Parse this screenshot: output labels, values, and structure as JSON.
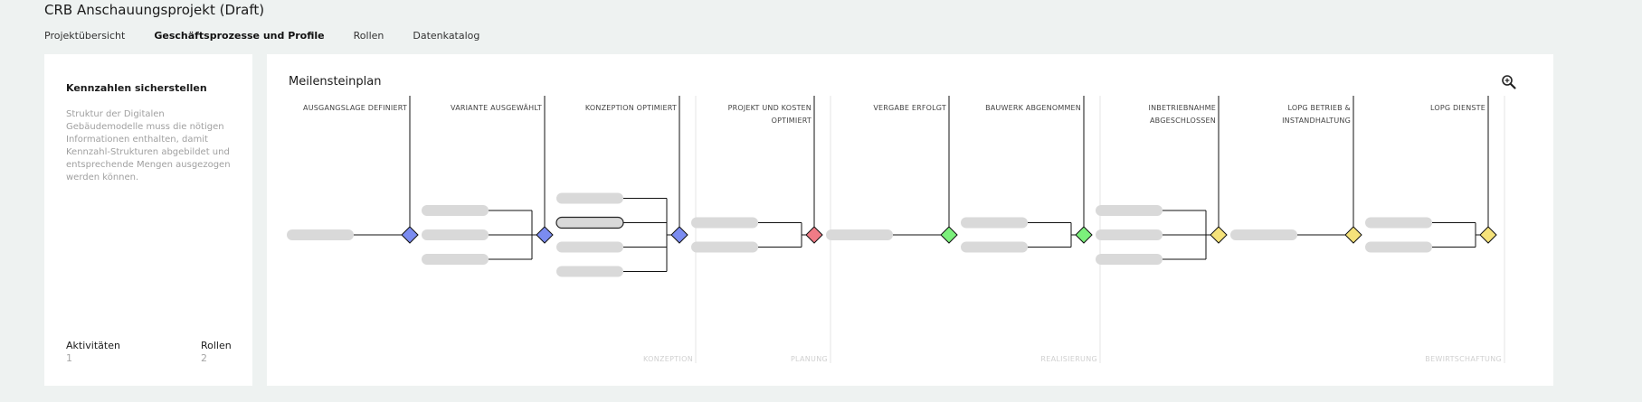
{
  "header": {
    "title": "CRB Anschauungsprojekt (Draft)",
    "tabs": [
      {
        "label": "Projektübersicht",
        "active": false
      },
      {
        "label": "Geschäftsprozesse und Profile",
        "active": true
      },
      {
        "label": "Rollen",
        "active": false
      },
      {
        "label": "Datenkatalog",
        "active": false
      }
    ]
  },
  "sidebar": {
    "title": "Kennzahlen sicherstellen",
    "description": "Struktur der Digitalen Gebäudemodelle muss die nötigen Informationen enthalten, damit Kennzahl-Strukturen abgebildet und entsprechende Mengen ausgezogen werden können.",
    "stats": [
      {
        "label": "Aktivitäten",
        "value": "1"
      },
      {
        "label": "Rollen",
        "value": "2"
      }
    ]
  },
  "plan": {
    "title": "Meilensteinplan",
    "zoom_icon": "zoom-in-icon",
    "colors": {
      "blue": "#7b8cf0",
      "red": "#f07b86",
      "green": "#7bf07b",
      "yellow": "#f5e27a"
    },
    "milestones": [
      {
        "label_lines": [
          "AUSGANGSLAGE DEFINIERT"
        ],
        "color": "blue",
        "activities": 1
      },
      {
        "label_lines": [
          "VARIANTE AUSGEWÄHLT"
        ],
        "color": "blue",
        "activities": 3
      },
      {
        "label_lines": [
          "KONZEPTION OPTIMIERT"
        ],
        "color": "blue",
        "activities": 4,
        "highlighted_activity": 1
      },
      {
        "label_lines": [
          "PROJEKT UND KOSTEN",
          "OPTIMIERT"
        ],
        "color": "red",
        "activities": 2
      },
      {
        "label_lines": [
          "VERGABE ERFOLGT"
        ],
        "color": "green",
        "activities": 1
      },
      {
        "label_lines": [
          "BAUWERK ABGENOMMEN"
        ],
        "color": "green",
        "activities": 2
      },
      {
        "label_lines": [
          "INBETRIEBNAHME",
          "ABGESCHLOSSEN"
        ],
        "color": "yellow",
        "activities": 3
      },
      {
        "label_lines": [
          "LOPG BETRIEB &",
          "INSTANDHALTUNG"
        ],
        "color": "yellow",
        "activities": 1
      },
      {
        "label_lines": [
          "LOPG DIENSTE"
        ],
        "color": "yellow",
        "activities": 2
      }
    ],
    "phases": [
      "KONZEPTION",
      "PLANUNG",
      "REALISIERUNG",
      "BEWIRTSCHAFTUNG"
    ]
  }
}
